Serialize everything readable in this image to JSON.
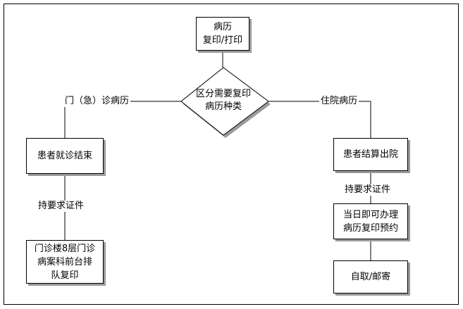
{
  "nodes": {
    "start": [
      "病历",
      "复印/打印"
    ],
    "decision": [
      "区分需要复印",
      "病历种类"
    ],
    "left_end": "患者就诊结束",
    "left_dest": [
      "门诊楼8层门诊",
      "病案科前台排",
      "队复印"
    ],
    "right_end": "患者结算出院",
    "right_appoint": [
      "当日即可办理",
      "病历复印预约"
    ],
    "right_dest": "自取/邮寄"
  },
  "labels": {
    "outpatient": "门（急）诊病历",
    "inpatient": "住院病历",
    "left_req": "持要求证件",
    "right_req": "持要求证件"
  },
  "colors": {
    "stroke": "#000000",
    "shadow": "#9a9a9a"
  }
}
